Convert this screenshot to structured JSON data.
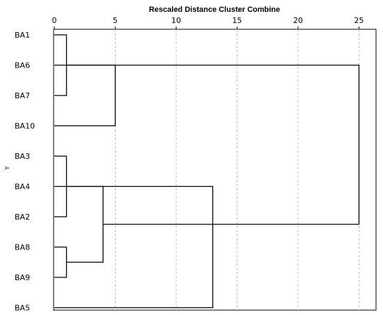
{
  "chart_data": {
    "type": "dendrogram",
    "title": "Rescaled Distance Cluster Combine",
    "ylabel": "Y",
    "xlabel": "",
    "xlim": [
      0,
      26.5
    ],
    "x_ticks": [
      0,
      5,
      10,
      15,
      20,
      25
    ],
    "grid": true,
    "leaves": [
      "BA1",
      "BA6",
      "BA7",
      "BA10",
      "BA3",
      "BA4",
      "BA2",
      "BA8",
      "BA9",
      "BA5"
    ],
    "merges": [
      {
        "id": "m1",
        "children": [
          "BA1",
          "BA7"
        ],
        "distance": 1
      },
      {
        "id": "m2",
        "children": [
          "BA6",
          "BA10"
        ],
        "distance": 5
      },
      {
        "id": "m3",
        "children": [
          "BA3",
          "BA2"
        ],
        "distance": 1
      },
      {
        "id": "m4",
        "children": [
          "BA8",
          "BA9"
        ],
        "distance": 1
      },
      {
        "id": "m5",
        "children": [
          "BA4",
          "BA8"
        ],
        "distance": 4
      },
      {
        "id": "m6",
        "children": [
          "BA2",
          "BA5"
        ],
        "distance": 13
      },
      {
        "id": "m7",
        "children": [
          "BA7",
          "BA8"
        ],
        "distance": 25
      }
    ]
  }
}
